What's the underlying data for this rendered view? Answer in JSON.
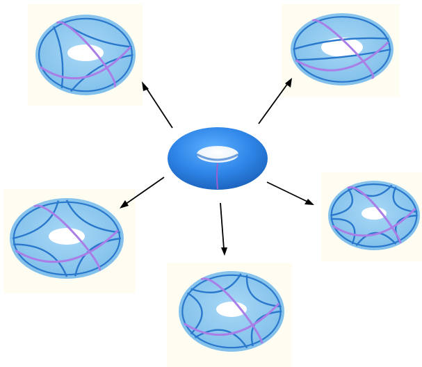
{
  "diagram": {
    "center": {
      "shape": "torus",
      "color": "#2f86e8",
      "meridian_color": "#9a5fd0"
    },
    "outer_panels": [
      {
        "id": "top-left",
        "blue_windings": 3,
        "purple_windings": 1
      },
      {
        "id": "top-right",
        "blue_windings": 2,
        "purple_windings": 1
      },
      {
        "id": "middle-left",
        "blue_windings": 4,
        "purple_windings": 1
      },
      {
        "id": "bottom",
        "blue_windings": 5,
        "purple_windings": 1
      },
      {
        "id": "middle-right",
        "blue_windings": 6,
        "purple_windings": 1
      }
    ],
    "colors": {
      "torus_fill": "#8ec8ee",
      "blue_curve": "#2a78cc",
      "purple_curve": "#a97ee6",
      "panel_background": "#fffdf2",
      "arrow": "#000000"
    }
  }
}
